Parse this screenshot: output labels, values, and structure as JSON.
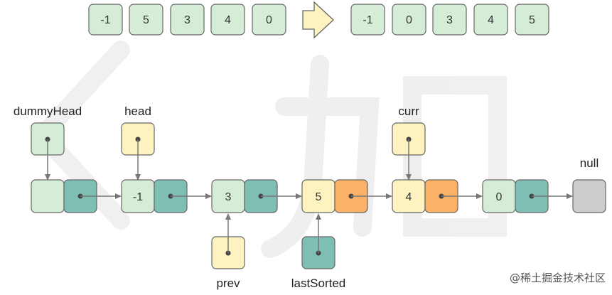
{
  "arrays": {
    "before": [
      "-1",
      "5",
      "3",
      "4",
      "0"
    ],
    "after": [
      "-1",
      "0",
      "3",
      "4",
      "5"
    ]
  },
  "nodes": {
    "dummy": "",
    "n1": "-1",
    "n2": "3",
    "n3": "5",
    "n4": "4",
    "n5": "0"
  },
  "labels": {
    "dummyHead": "dummyHead",
    "head": "head",
    "curr": "curr",
    "null": "null",
    "prev": "prev",
    "lastSorted": "lastSorted"
  },
  "watermark": "@稀土掘金技术社区",
  "colors": {
    "array_cell": "#d5ecd6",
    "node_value": "#d5ecd6",
    "node_next": "#7fbfb3",
    "highlight_value": "#fdf2c0",
    "highlight_next": "#fbb266",
    "null_box": "#cccccc",
    "arrow": "#777777"
  }
}
